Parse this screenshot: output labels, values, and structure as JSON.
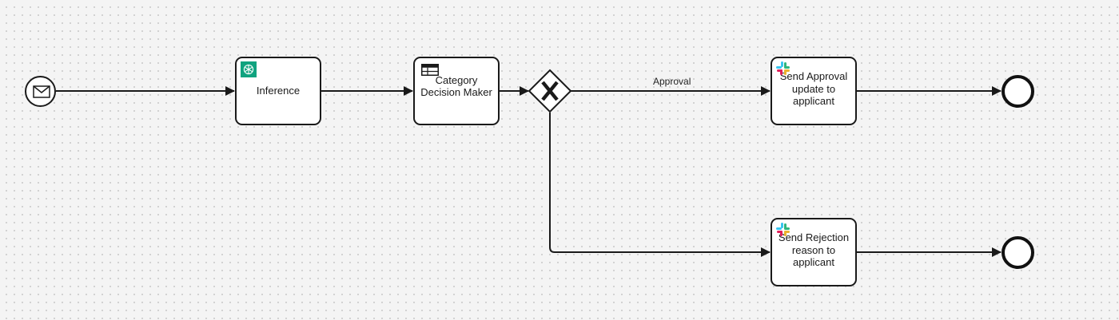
{
  "diagram": {
    "type": "BPMN process",
    "colors": {
      "background": "#f4f4f4",
      "grid_dot": "#c9c9c9",
      "stroke": "#1a1a1a",
      "task_fill": "#ffffff",
      "openai_icon": "#10a37f",
      "slack_blue": "#36c5f0",
      "slack_green": "#2eb67d",
      "slack_red": "#e01e5a",
      "slack_yellow": "#ecb22e"
    },
    "start_event": {
      "type": "message-start-event",
      "icon": "envelope-icon"
    },
    "tasks": [
      {
        "id": "inference",
        "label": "Inference",
        "icon": "openai-icon"
      },
      {
        "id": "category-decision-maker",
        "label": "Category Decision Maker",
        "icon": "decision-table-icon"
      },
      {
        "id": "send-approval",
        "label": "Send Approval update to applicant",
        "icon": "slack-icon"
      },
      {
        "id": "send-rejection",
        "label": "Send Rejection reason to applicant",
        "icon": "slack-icon"
      }
    ],
    "gateway": {
      "type": "exclusive-gateway",
      "marker": "X"
    },
    "flows": [
      {
        "from": "start",
        "to": "inference",
        "label": ""
      },
      {
        "from": "inference",
        "to": "category-decision-maker",
        "label": ""
      },
      {
        "from": "category-decision-maker",
        "to": "gateway",
        "label": ""
      },
      {
        "from": "gateway",
        "to": "send-approval",
        "label": "Approval"
      },
      {
        "from": "gateway",
        "to": "send-rejection",
        "label": ""
      },
      {
        "from": "send-approval",
        "to": "end-approval",
        "label": ""
      },
      {
        "from": "send-rejection",
        "to": "end-rejection",
        "label": ""
      }
    ],
    "end_events": [
      {
        "id": "end-approval",
        "type": "end-event"
      },
      {
        "id": "end-rejection",
        "type": "end-event"
      }
    ]
  }
}
